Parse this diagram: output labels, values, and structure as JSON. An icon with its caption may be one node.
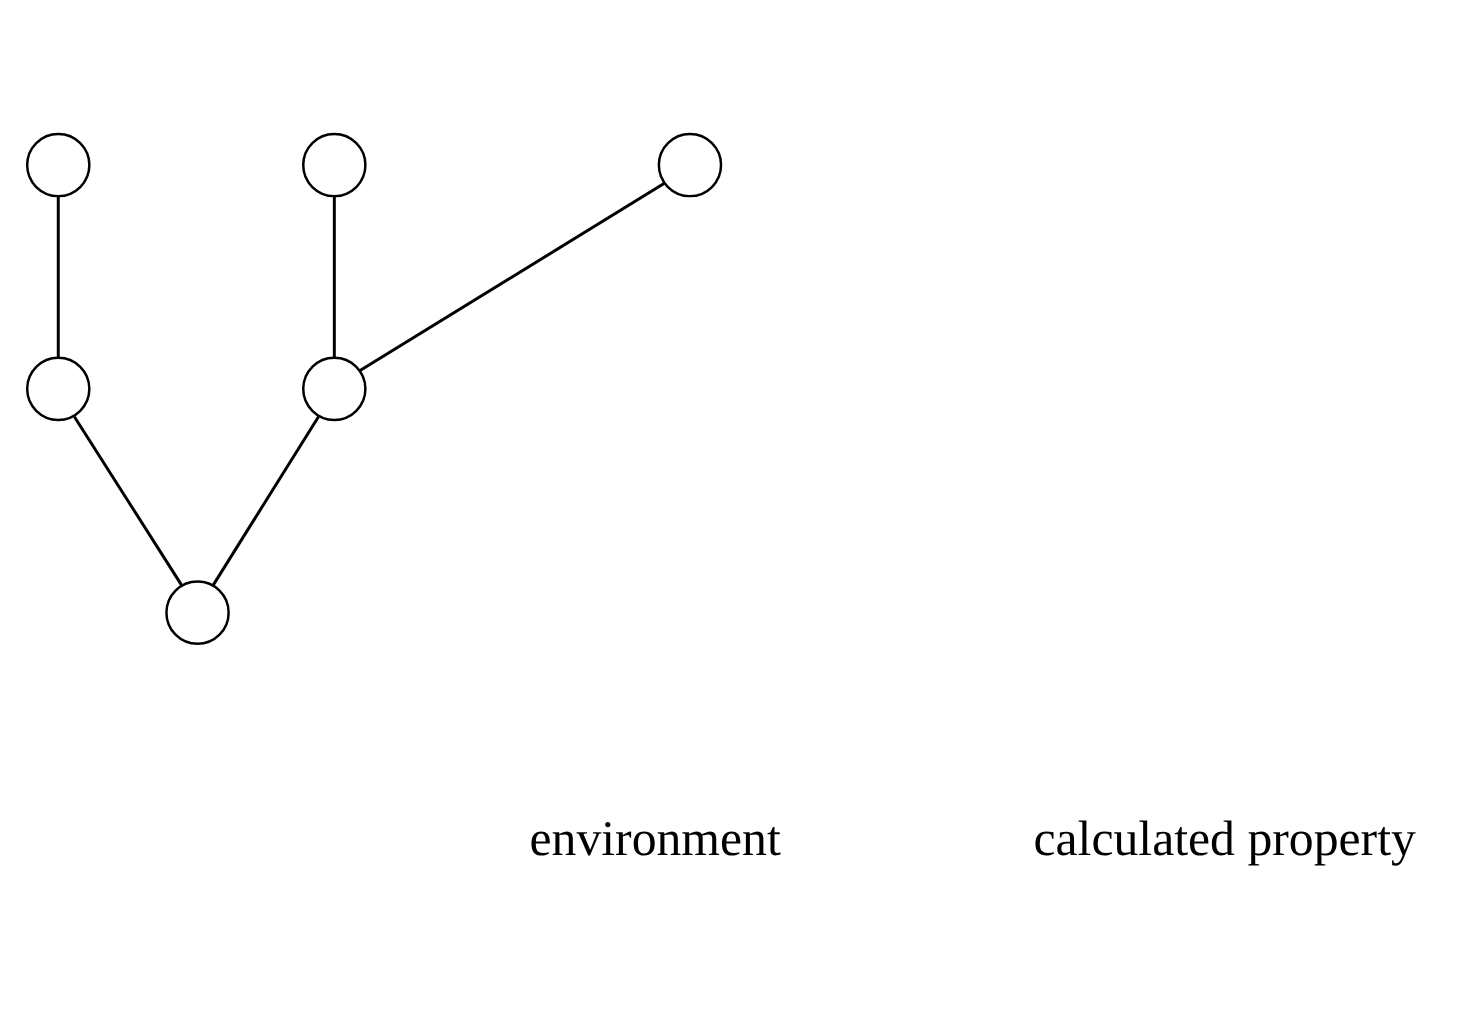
{
  "diagram": {
    "nodes": [
      {
        "text": [],
        "shape": "circle"
      },
      {
        "text": [],
        "shape": "circle"
      },
      {
        "text": [],
        "shape": "circle"
      },
      {
        "text": [],
        "shape": "circle"
      },
      {
        "text": [],
        "shape": "circle"
      },
      {
        "text": [],
        "shape": "circle"
      }
    ],
    "edges": [
      {
        "from": 0,
        "to": 3,
        "arrow": "none"
      },
      {
        "from": 1,
        "to": 3,
        "arrow": "none"
      },
      {
        "from": 3,
        "to": 5,
        "arrow": "none"
      },
      {
        "from": 2,
        "to": 4,
        "arrow": "none"
      },
      {
        "from": 4,
        "to": 5,
        "arrow": "none"
      }
    ],
    "legend": [
      {
        "text": "environment"
      },
      {
        "text": "calculated property"
      }
    ]
  }
}
